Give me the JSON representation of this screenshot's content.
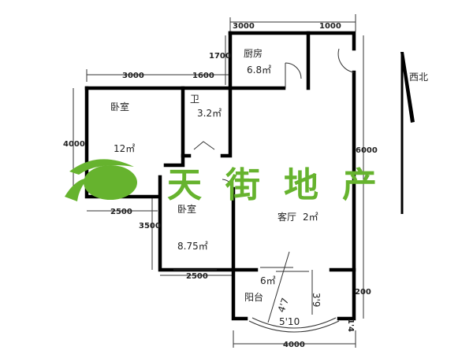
{
  "rooms": {
    "kitchen": {
      "name": "厨房",
      "area": "6.8㎡"
    },
    "bathroom": {
      "name": "卫",
      "area": "3.2㎡"
    },
    "bedroom_main": {
      "name": "卧室",
      "area": "12㎡"
    },
    "bedroom_second": {
      "name": "卧室",
      "area": "8.75㎡"
    },
    "living": {
      "name": "客厅",
      "area": "2㎡"
    },
    "balcony": {
      "name": "阳台",
      "area": "6㎡"
    }
  },
  "dimensions": {
    "top_kitchen": "3000",
    "top_right": "1000",
    "kitchen_height": "1700",
    "top_bedroom": "3000",
    "top_bath": "1600",
    "left_bedroom": "4000",
    "bottom_bedroom": "2500",
    "left_bedroom2": "3500",
    "bottom_bedroom2": "2500",
    "right_living": "6000",
    "right_balcony": "200",
    "bottom_balcony": "4000",
    "balcony_width": "5'10",
    "balcony_depth": "3'9",
    "balcony_diag": "4'7",
    "balcony_side": "1'4"
  },
  "compass": {
    "label": "西北"
  },
  "watermark": {
    "text": "天街地产",
    "color": "#66b32e"
  }
}
